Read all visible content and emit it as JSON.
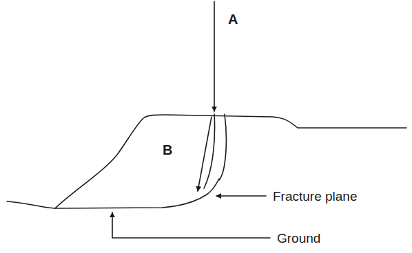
{
  "diagram": {
    "labels": [
      "A",
      "B",
      "Fracture plane",
      "Ground"
    ]
  }
}
